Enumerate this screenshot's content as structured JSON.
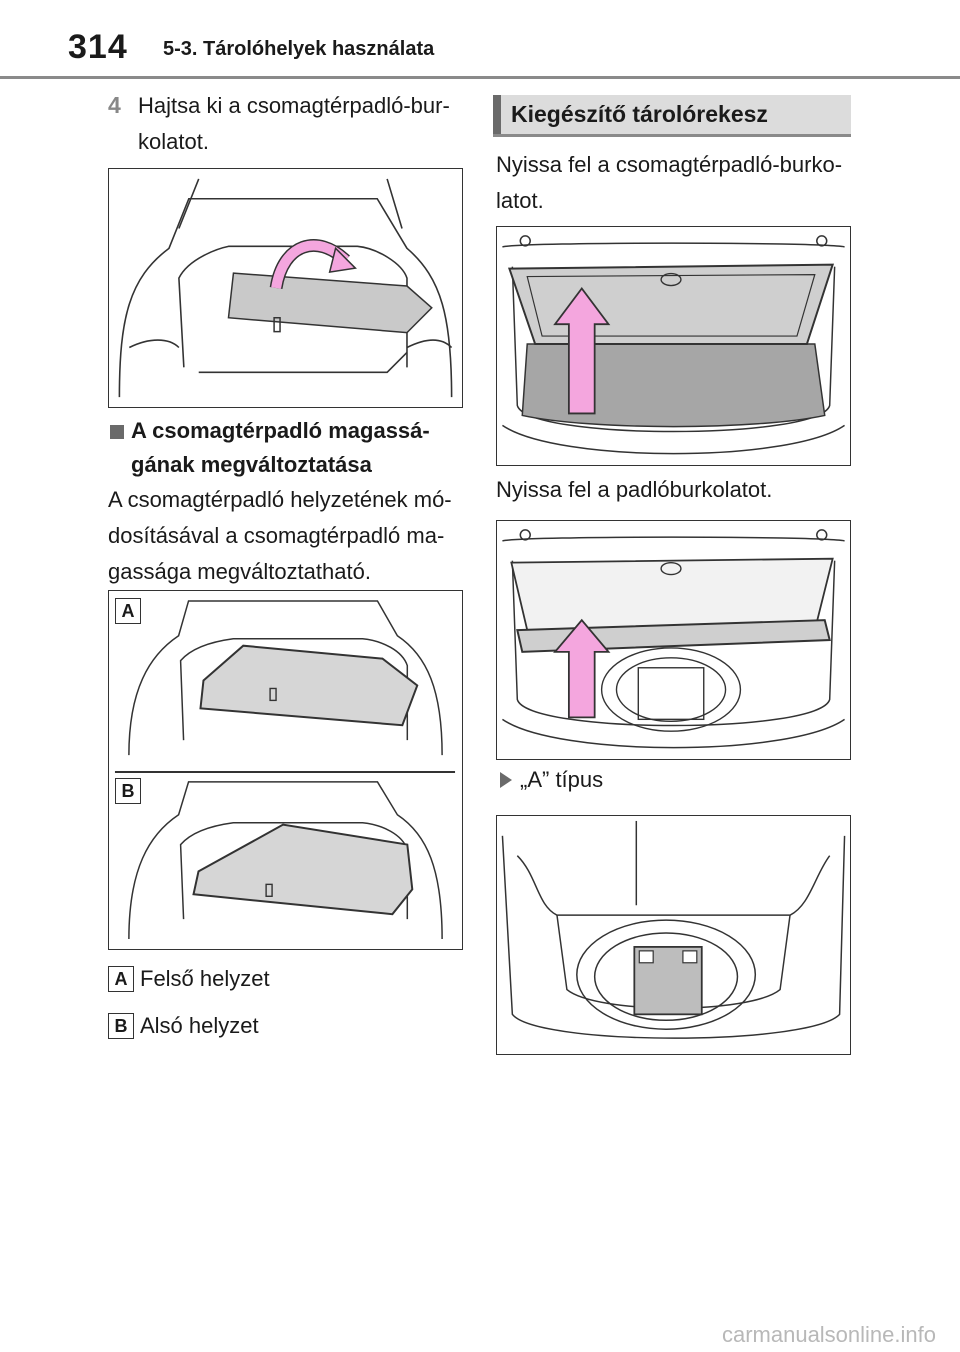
{
  "header": {
    "page_number": "314",
    "section_title": "5-3. Tárolóhelyek használata"
  },
  "left": {
    "step": {
      "number": "4",
      "line1": "Hajtsa ki a csomagtérpadló-bur-",
      "line2": "kolatot."
    },
    "subheading": {
      "line1": "A csomagtérpadló magassá-",
      "line2": "gának megváltoztatása"
    },
    "paragraph": {
      "line1": "A csomagtérpadló helyzetének mó-",
      "line2": "dosításával a csomagtérpadló ma-",
      "line3": "gassága megváltoztatható."
    },
    "figure_labels": {
      "a": "A",
      "b": "B"
    },
    "legend": [
      {
        "key": "A",
        "text": "Felső helyzet"
      },
      {
        "key": "B",
        "text": "Alsó helyzet"
      }
    ]
  },
  "right": {
    "section_header": "Kiegészítő tárolórekesz",
    "para1": {
      "line1": "Nyissa fel a csomagtérpadló-burko-",
      "line2": "latot."
    },
    "para2": "Nyissa fel a padlóburkolatot.",
    "type_label": "„A” típus"
  },
  "watermark": "carmanualsonline.info",
  "colors": {
    "arrow_pink": "#f4a6de",
    "panel_gray": "#c9c9c9",
    "rule_gray": "#8a8a8a"
  }
}
